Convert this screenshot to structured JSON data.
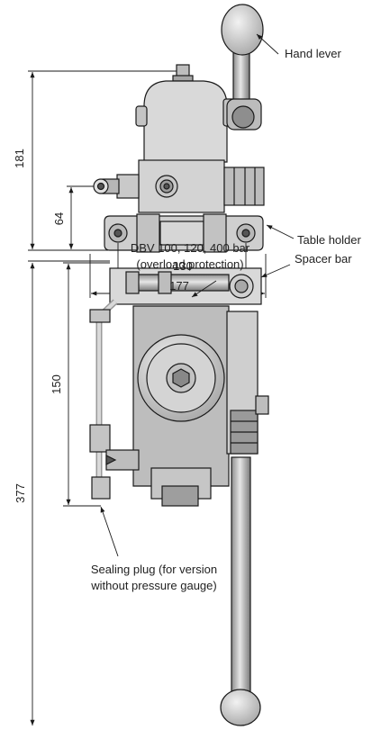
{
  "labels": {
    "hand_lever": "Hand lever",
    "table_holder": "Table holder",
    "dbv_line1": "DBV 100, 120, 400 bar",
    "dbv_line2": "(overload protection)",
    "spacer_bar": "Spacer bar",
    "sealing_line1": "Sealing plug (for version",
    "sealing_line2": "without pressure gauge)"
  },
  "dimensions": {
    "height_total_top": "181",
    "height_holder": "64",
    "width_holder_inner": "130",
    "width_holder_outer": "177",
    "height_body": "150",
    "height_total_bottom": "377"
  },
  "colors": {
    "body_fill": "#dcdcdc",
    "dark_fill": "#9a9a9a",
    "line": "#1a1a1a"
  }
}
